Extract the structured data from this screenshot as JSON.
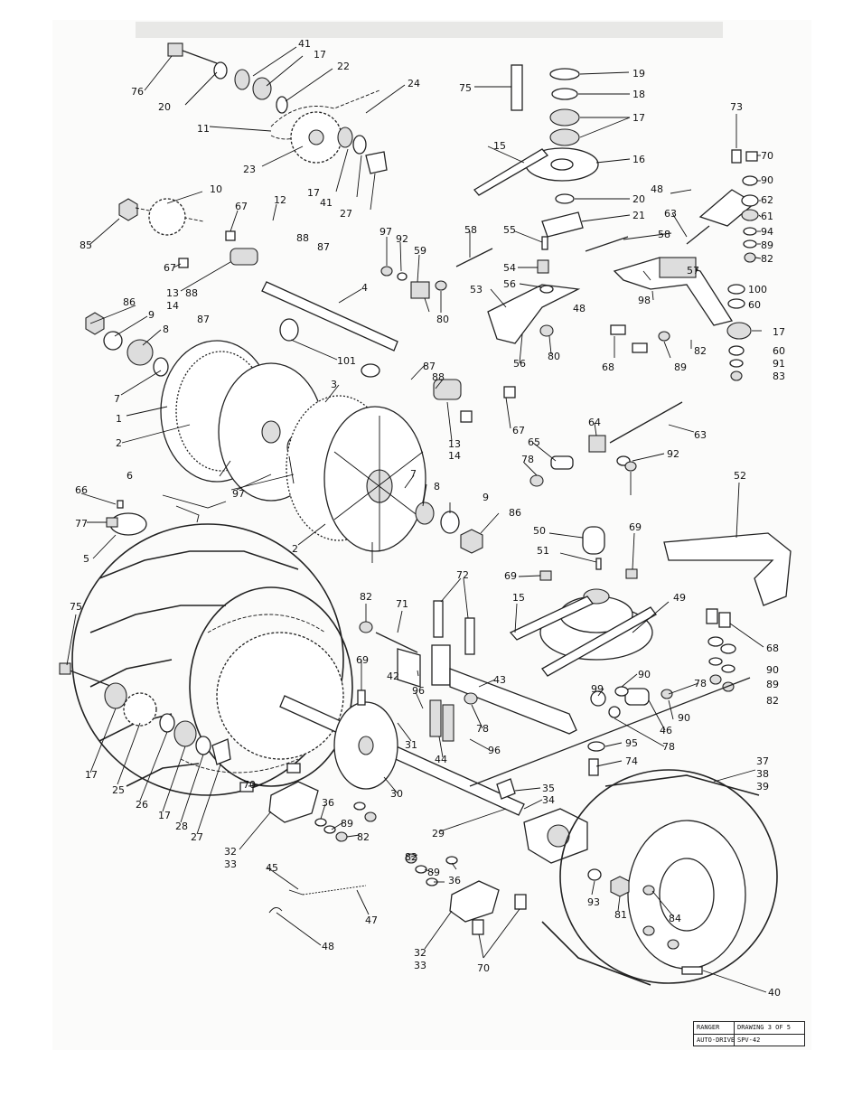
{
  "callouts": [
    "76",
    "41",
    "17",
    "22",
    "24",
    "20",
    "11",
    "23",
    "17",
    "41",
    "27",
    "75",
    "19",
    "18",
    "17",
    "15",
    "16",
    "73",
    "70",
    "90",
    "62",
    "61",
    "94",
    "89",
    "82",
    "48",
    "20",
    "21",
    "63",
    "58",
    "57",
    "10",
    "85",
    "67",
    "12",
    "88",
    "87",
    "97",
    "92",
    "59",
    "58",
    "55",
    "54",
    "56",
    "53",
    "80",
    "98",
    "48",
    "100",
    "60",
    "17",
    "60",
    "91",
    "83",
    "67",
    "13",
    "14",
    "86",
    "9",
    "8",
    "88",
    "87",
    "4",
    "68",
    "89",
    "82",
    "101",
    "7",
    "1",
    "3",
    "87",
    "88",
    "13",
    "14",
    "67",
    "64",
    "63",
    "65",
    "92",
    "78",
    "2",
    "80",
    "56",
    "6",
    "97",
    "7",
    "8",
    "66",
    "9",
    "86",
    "77",
    "5",
    "50",
    "51",
    "69",
    "69",
    "52",
    "82",
    "72",
    "71",
    "75",
    "15",
    "49",
    "68",
    "42",
    "43",
    "90",
    "90",
    "89",
    "82",
    "99",
    "78",
    "96",
    "46",
    "90",
    "78",
    "69",
    "96",
    "44",
    "78",
    "31",
    "95",
    "74",
    "30",
    "37",
    "38",
    "39",
    "35",
    "34",
    "29",
    "17",
    "25",
    "26",
    "17",
    "28",
    "27",
    "70",
    "36",
    "89",
    "82",
    "32",
    "33",
    "45",
    "82",
    "89",
    "36",
    "93",
    "81",
    "84",
    "47",
    "48",
    "32",
    "33",
    "70",
    "40",
    "2"
  ],
  "title_block": {
    "r1c1": "RANGER",
    "r1c2": "DRAWING  3 OF 5",
    "r2c1": "AUTO-DRIVE",
    "r2c2": "SPV-42"
  }
}
